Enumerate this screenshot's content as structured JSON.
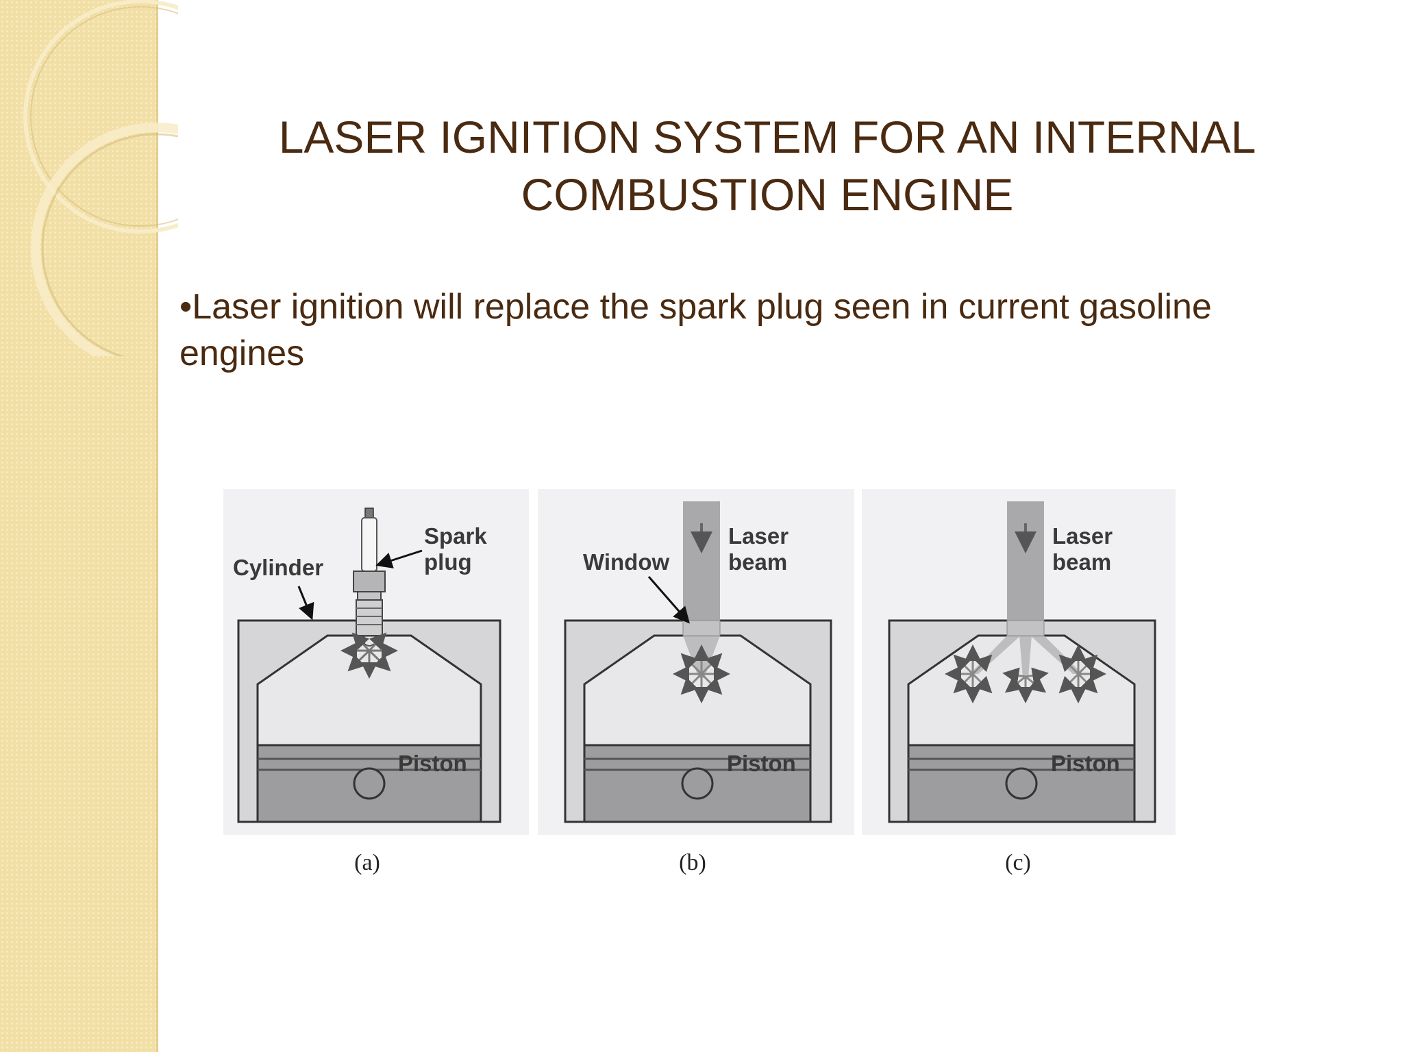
{
  "slide": {
    "title_line1": "LASER IGNITION SYSTEM FOR AN INTERNAL",
    "title_line2": "COMBUSTION ENGINE",
    "bullet_text": "•Laser ignition will replace the spark plug seen in current gasoline engines"
  },
  "figure": {
    "panel_a": {
      "cylinder_label": "Cylinder",
      "spark_label_1": "Spark",
      "spark_label_2": "plug",
      "piston_label": "Piston",
      "caption": "(a)"
    },
    "panel_b": {
      "window_label": "Window",
      "laser_label_1": "Laser",
      "laser_label_2": "beam",
      "piston_label": "Piston",
      "caption": "(b)"
    },
    "panel_c": {
      "laser_label_1": "Laser",
      "laser_label_2": "beam",
      "piston_label": "Piston",
      "caption": "(c)"
    }
  },
  "colors": {
    "text": "#4a2a10",
    "strip": "#f1dfa6",
    "panel_bg": "#f1f1f3",
    "chamber": "#dcdcde",
    "piston": "#9d9d9f",
    "beam": "#a9a9ab"
  }
}
